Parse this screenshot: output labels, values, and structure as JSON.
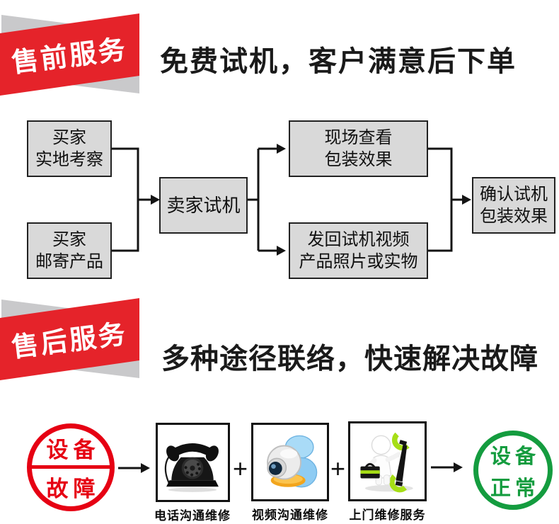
{
  "colors": {
    "banner_red": "#e5232a",
    "banner_gray": "#c9c9cb",
    "flowbox_fill": "#d9d9d9",
    "flowbox_border": "#222222",
    "stamp_red": "#e60013",
    "stamp_green": "#149c3f",
    "ink": "#111111"
  },
  "presale": {
    "banner_label": "售前服务",
    "headline": "免费试机，客户满意后下单",
    "boxes": {
      "buyer_visit": {
        "line1": "买家",
        "line2": "实地考察"
      },
      "buyer_mail": {
        "line1": "买家",
        "line2": "邮寄产品"
      },
      "seller_test": {
        "line1": "卖家试机"
      },
      "onsite_check": {
        "line1": "现场查看",
        "line2": "包装效果"
      },
      "send_back": {
        "line1": "发回试机视频",
        "line2": "产品照片或实物"
      },
      "confirm": {
        "line1": "确认试机",
        "line2": "包装效果"
      }
    }
  },
  "aftersale": {
    "banner_label": "售后服务",
    "headline": "多种途径联络，快速解决故障",
    "fault_stamp": {
      "line1": "设备",
      "line2": "故障"
    },
    "plus": "+",
    "steps": [
      {
        "icon": "rotary-phone-icon",
        "label": "电话沟通维修"
      },
      {
        "icon": "webcam-icon",
        "label": "视频沟通维修"
      },
      {
        "icon": "repairman-wrench-icon",
        "label": "上门维修服务"
      }
    ],
    "ok_stamp": {
      "line1": "设备",
      "line2": "正常"
    }
  }
}
